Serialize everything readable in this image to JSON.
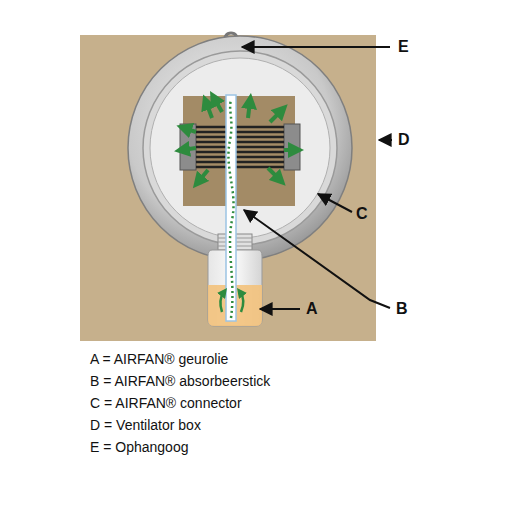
{
  "diagram": {
    "labels": [
      "E",
      "D",
      "C",
      "B",
      "A",
      "A = AIRFAN® geurolie",
      "B = AIRFAN® absorbeerstick",
      "C = AIRFAN® connector",
      "D = Ventilator box",
      "E = Ophangoog"
    ]
  }
}
